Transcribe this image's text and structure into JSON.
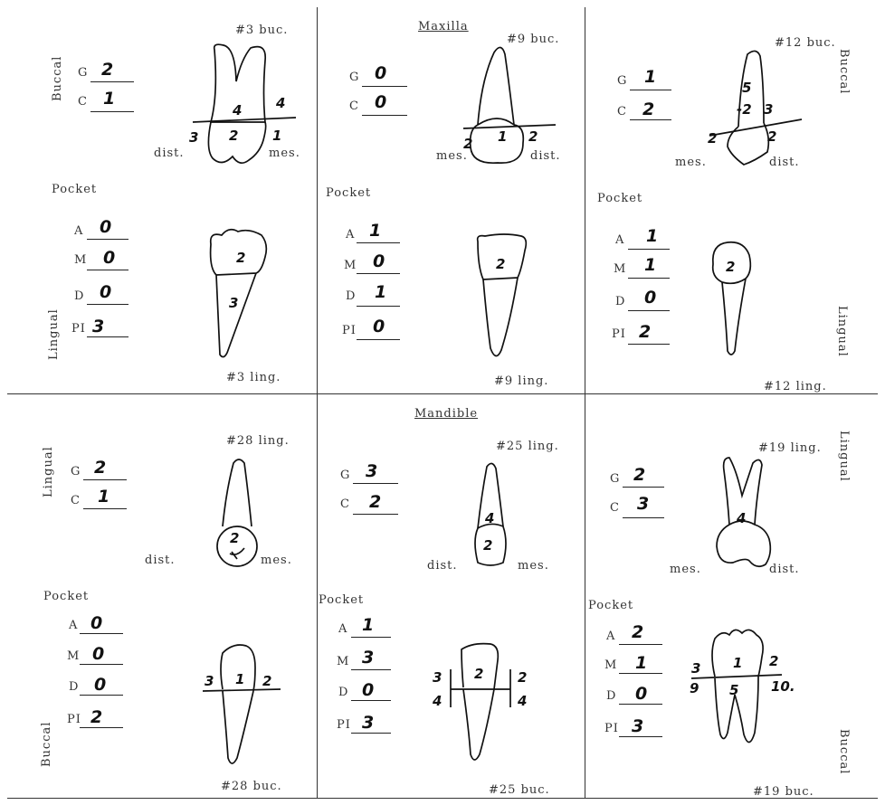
{
  "maxilla": {
    "section_label": "Maxilla",
    "tooth3": {
      "buc_label": "#3 buc.",
      "ling_label": "#3 ling.",
      "side_label": "Buccal",
      "lingual_side_label": "Lingual",
      "g": "2",
      "c": "1",
      "pocket": {
        "label": "Pocket",
        "a": "0",
        "m": "0",
        "d": "0",
        "pl": "3"
      },
      "dist": "dist.",
      "mes": "mes.",
      "marks_buc": {
        "n4a": "4",
        "n4b": "4",
        "n2": "2",
        "n3": "3",
        "n1": "1"
      },
      "marks_ling": {
        "n2": "2",
        "n3": "3"
      }
    },
    "tooth9": {
      "buc_label": "#9 buc.",
      "ling_label": "#9 ling.",
      "g": "0",
      "c": "0",
      "pocket": {
        "label": "Pocket",
        "a": "1",
        "m": "0",
        "d": "1",
        "pl": "0"
      },
      "mes": "mes.",
      "dist": "dist.",
      "marks_buc": {
        "l": "2",
        "c": "1",
        "r": "2"
      },
      "marks_ling": {
        "n": "2"
      }
    },
    "tooth12": {
      "buc_label": "#12 buc.",
      "ling_label": "#12 ling.",
      "side_label": "Buccal",
      "lingual_side_label": "Lingual",
      "g": "1",
      "c": "2",
      "pocket": {
        "label": "Pocket",
        "a": "1",
        "m": "1",
        "d": "0",
        "pl": "2"
      },
      "mes": "mes.",
      "dist": "dist.",
      "marks_buc": {
        "n5": "5",
        "nm2": "-2",
        "n3": "3",
        "l": "2",
        "r": "2"
      },
      "marks_ling": {
        "n": "2"
      }
    }
  },
  "mandible": {
    "section_label": "Mandible",
    "tooth28": {
      "ling_label": "#28 ling.",
      "buc_label": "#28 buc.",
      "lingual_side_label": "Lingual",
      "side_label": "Buccal",
      "g": "2",
      "c": "1",
      "pocket": {
        "label": "Pocket",
        "a": "0",
        "m": "0",
        "d": "0",
        "pl": "2"
      },
      "dist": "dist.",
      "mes": "mes.",
      "marks_ling": {
        "n": "2"
      },
      "marks_buc": {
        "l": "3",
        "c": "1",
        "r": "2"
      }
    },
    "tooth25": {
      "ling_label": "#25 ling.",
      "buc_label": "#25 buc.",
      "g": "3",
      "c": "2",
      "pocket": {
        "label": "Pocket",
        "a": "1",
        "m": "3",
        "d": "0",
        "pl": "3"
      },
      "dist": "dist.",
      "mes": "mes.",
      "marks_ling": {
        "n4": "4",
        "n2": "2"
      },
      "marks_buc": {
        "l": "3",
        "c": "2",
        "r": "2",
        "bl": "4",
        "br": "4"
      }
    },
    "tooth19": {
      "ling_label": "#19 ling.",
      "buc_label": "#19 buc.",
      "lingual_side_label": "Lingual",
      "side_label": "Buccal",
      "g": "2",
      "c": "3",
      "pocket": {
        "label": "Pocket",
        "a": "2",
        "m": "1",
        "d": "0",
        "pl": "3"
      },
      "mes": "mes.",
      "dist": "dist.",
      "marks_ling": {
        "n": "4"
      },
      "marks_buc": {
        "l": "3",
        "c": "1",
        "r": "2",
        "bl": "9",
        "bc": "5",
        "br": "10."
      }
    }
  },
  "field_letters": {
    "g": "G",
    "c": "C",
    "a": "A",
    "m": "M",
    "d": "D",
    "pl": "PI"
  }
}
